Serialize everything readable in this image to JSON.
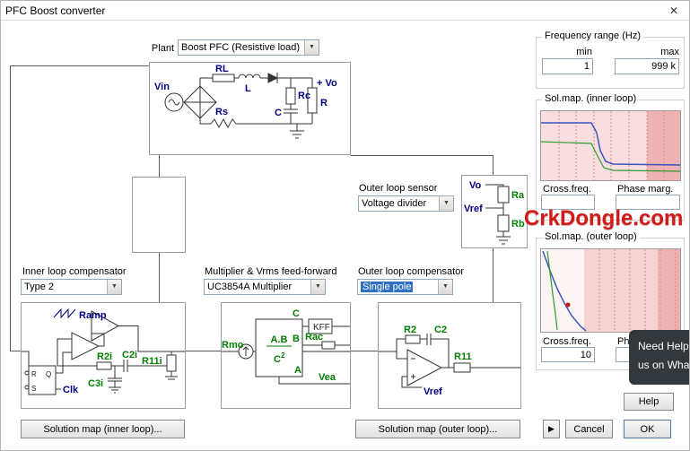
{
  "window": {
    "title": "PFC Boost converter"
  },
  "icons": {
    "close": "✕",
    "dropdown_arrow": "▼",
    "play": "▶"
  },
  "plant": {
    "label": "Plant",
    "value": "Boost PFC (Resistive load)"
  },
  "frequency_range": {
    "title": "Frequency range (Hz)",
    "min_label": "min",
    "max_label": "max",
    "min_value": "1",
    "max_value": "999 k"
  },
  "solmap_inner": {
    "title": "Sol.map. (inner loop)",
    "cross_freq_label": "Cross.freq.",
    "phase_marg_label": "Phase marg.",
    "cross_freq_value": "",
    "phase_marg_value": ""
  },
  "solmap_outer": {
    "title": "Sol.map. (outer loop)",
    "cross_freq_label": "Cross.freq.",
    "phase_marg_label": "Phase marg.",
    "cross_freq_value": "10",
    "phase_marg_value": ""
  },
  "watermark": "CrkDongle.com",
  "help_popup": {
    "line1": "Need Help?",
    "line2": "us on Wha"
  },
  "selectors": {
    "outer_sensor_label": "Outer loop sensor",
    "outer_sensor_value": "Voltage divider",
    "inner_comp_label": "Inner loop compensator",
    "inner_comp_value": "Type 2",
    "multiplier_label": "Multiplier & Vrms feed-forward",
    "multiplier_value": "UC3854A Multiplier",
    "outer_comp_label": "Outer loop compensator",
    "outer_comp_value": "Single pole"
  },
  "buttons": {
    "help": "Help",
    "solution_inner": "Solution map (inner loop)...",
    "solution_outer": "Solution map (outer loop)...",
    "cancel": "Cancel",
    "ok": "OK"
  },
  "plant_circuit": {
    "vin": "Vin",
    "rl": "RL",
    "l": "L",
    "vo": "+ Vo",
    "rc": "Rc",
    "r": "R",
    "c": "C",
    "rs": "Rs"
  },
  "divider_circuit": {
    "vo": "Vo",
    "vref": "Vref",
    "ra": "Ra",
    "rb": "Rb"
  },
  "inner_circuit": {
    "ramp": "Ramp",
    "r2i": "R2i",
    "c2i": "C2i",
    "c3i": "C3i",
    "r11i": "R11i",
    "clk": "Clk",
    "ff_q": "Q",
    "ff_r": "R",
    "ff_s": "S"
  },
  "mult_circuit": {
    "num": "A.B",
    "den_base": "C",
    "den_exp": "2",
    "port_a": "A",
    "port_b": "B",
    "port_c": "C",
    "kff": "KFF",
    "rac": "Rac",
    "rmo": "Rmo",
    "vea": "Vea"
  },
  "outer_circuit": {
    "r2": "R2",
    "c2": "C2",
    "r11": "R11",
    "vref": "Vref"
  },
  "colors": {
    "accent_select": "#2f6fc4",
    "label_navy": "#00007d",
    "label_green": "#037d03",
    "watermark_red": "#d11a1a",
    "map_pink": "#f6d3d3"
  }
}
